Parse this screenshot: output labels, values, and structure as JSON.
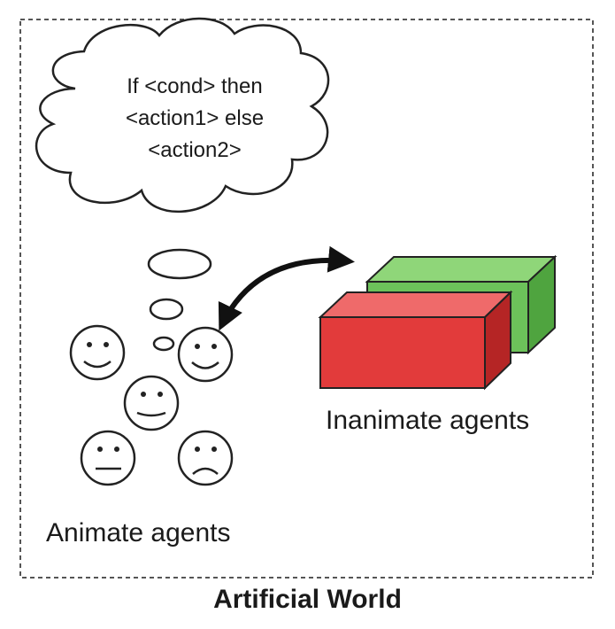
{
  "thought": {
    "lines": [
      "If <cond> then",
      "<action1> else",
      "<action2>"
    ]
  },
  "labels": {
    "animate": "Animate agents",
    "inanimate": "Inanimate agents",
    "world": "Artificial World"
  },
  "colors": {
    "green_block": "#6cc25a",
    "red_block": "#e23b3b",
    "frame": "#555555",
    "outline": "#222222"
  },
  "faces": [
    {
      "expression": "happy"
    },
    {
      "expression": "happy"
    },
    {
      "expression": "slight-smile"
    },
    {
      "expression": "neutral"
    },
    {
      "expression": "sad"
    }
  ]
}
